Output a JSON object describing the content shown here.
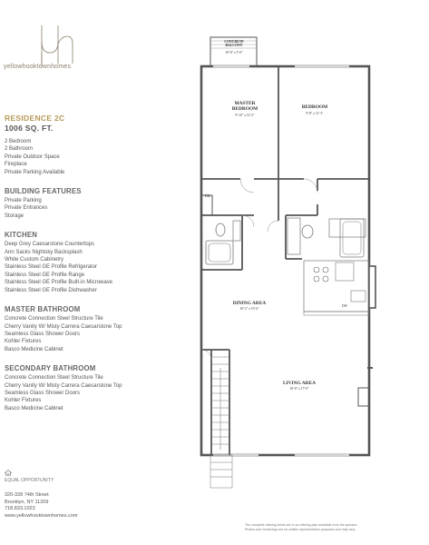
{
  "brand": {
    "logo_letters": "yh",
    "name": "yellowhooktownhomes"
  },
  "residence": {
    "title": "RESIDENCE 2C",
    "sqft": "1006 SQ. FT.",
    "features": [
      "2 Bedroom",
      "2 Bathroom",
      "Private Outdoor Space",
      "Fireplace",
      "Private Parking Available"
    ]
  },
  "sections": [
    {
      "heading": "BUILDING FEATURES",
      "items": [
        "Private Parking",
        "Private Entrances",
        "Storage"
      ]
    },
    {
      "heading": "KITCHEN",
      "items": [
        "Deep Grey Caesarstone Countertops",
        "Ann Sacks Nightsky Backsplash",
        "White Custom Cabinetry",
        "Stainless Steel GE Profile Refrigerator",
        "Stainless Steel GE Profile Range",
        "Stainless Steel GE Profile Built-in Microwave",
        "Stainless Steel GE Profile Dishwasher"
      ]
    },
    {
      "heading": "MASTER BATHROOM",
      "items": [
        "Concrete Connection Steel Structure Tile",
        "Cherry Vanity W/ Misty Carrera Caesarstone Top",
        "Seamless Glass Shower Doors",
        "Kohler Fixtures",
        "Basco Medicine Cabinet"
      ]
    },
    {
      "heading": "SECONDARY BATHROOM",
      "items": [
        "Concrete Connection Steel Structure Tile",
        "Cherry Vanity W/ Misty Carrera Caesarstone Top",
        "Seamless Glass Shower Doors",
        "Kohler Fixtures",
        "Basco Medicine Cabinet"
      ]
    }
  ],
  "footer": {
    "eho": "EQUAL OPPORTUNITY",
    "address_lines": [
      "320-328 74th Street",
      "Brooklyn, NY 11209",
      "718.833.1023",
      "www.yellowhooktownhomes.com"
    ]
  },
  "disclaimer": {
    "lines": [
      "The complete offering terms are in an offering plan available from the sponsor.",
      "Photos and renderings are for artistic representation purposes and may vary."
    ]
  },
  "plan": {
    "rooms": [
      {
        "name": "CONCRETE",
        "sub": "BALCONY",
        "dim": "10'-0\" x 5'-0\""
      },
      {
        "name": "MASTER",
        "sub": "BEDROOM",
        "dim": "9'-10\" x 12'-2\""
      },
      {
        "name": "BEDROOM",
        "sub": "",
        "dim": "9'-8\" x 11'-3\""
      },
      {
        "name": "DINING AREA",
        "sub": "",
        "dim": "10'-2\" x 10'-4\""
      },
      {
        "name": "LIVING AREA",
        "sub": "",
        "dim": "10'-6\" x 17'-0\""
      }
    ],
    "labels": {
      "closet": "CL",
      "dw": "DW"
    },
    "colors": {
      "wall": "#555555",
      "fixture": "#777777"
    }
  }
}
